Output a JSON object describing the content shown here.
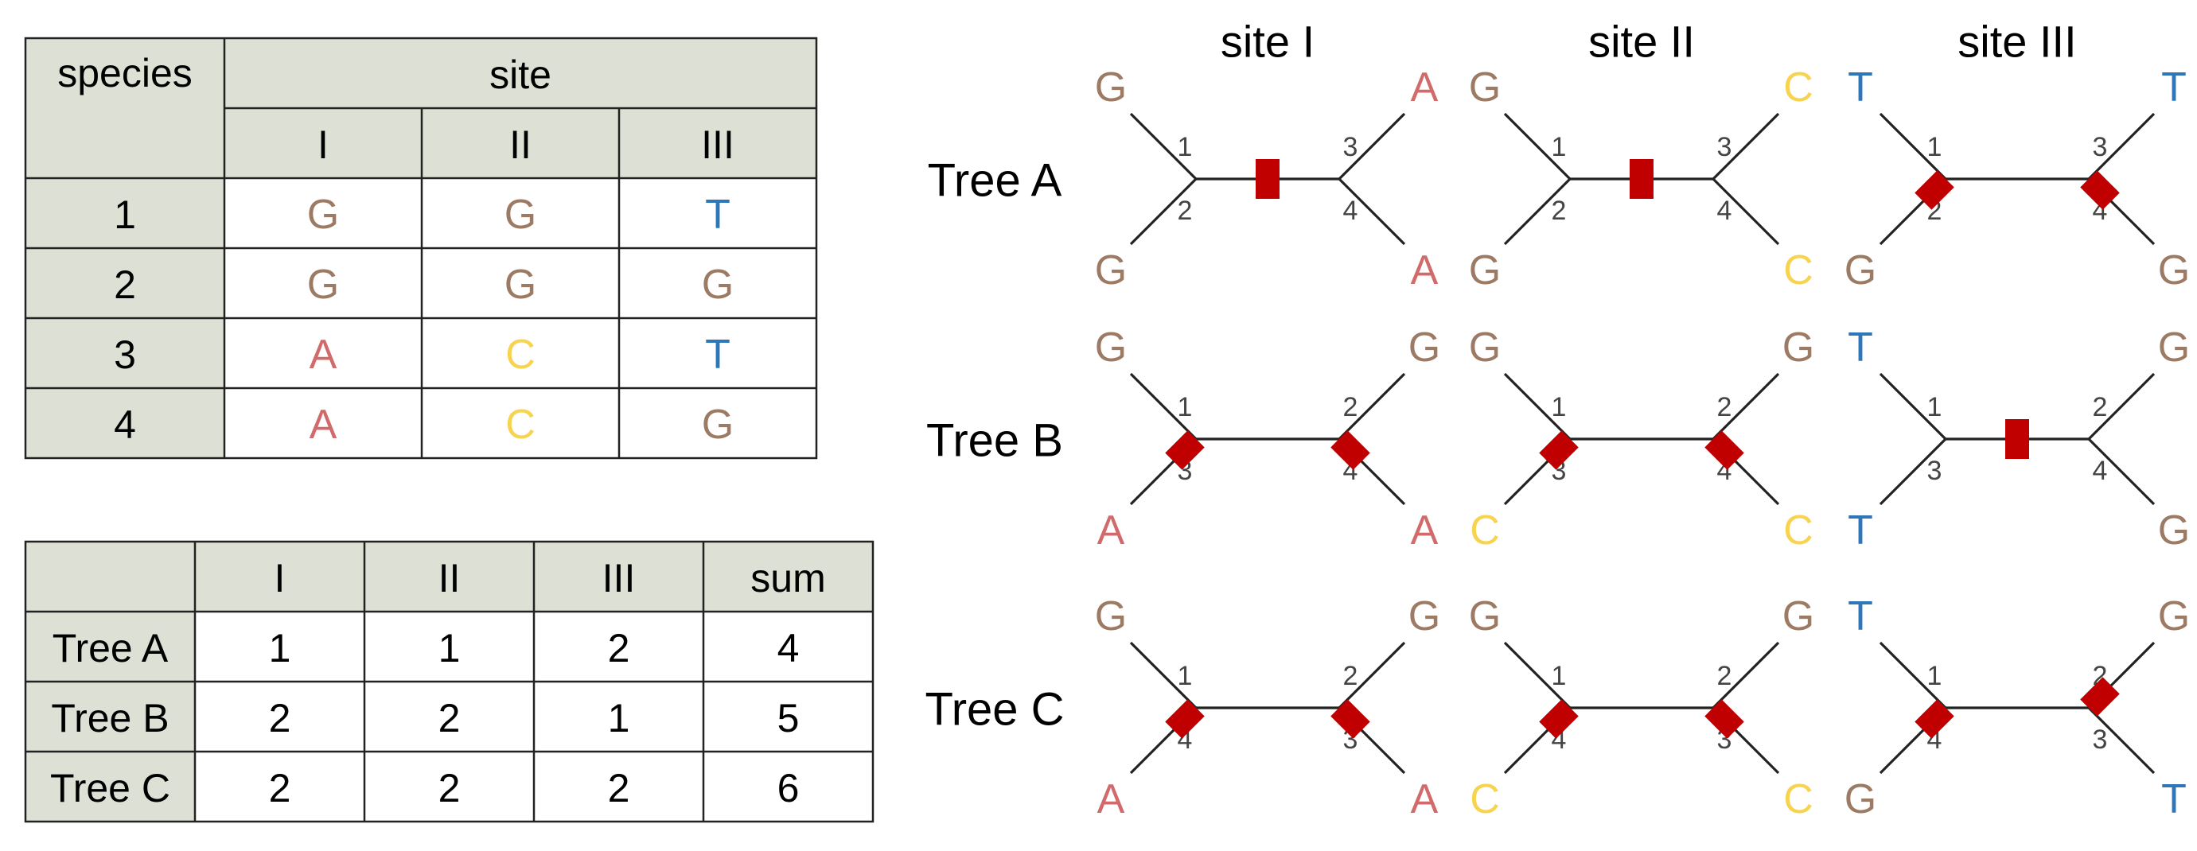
{
  "colors": {
    "G": "#9c7a64",
    "A": "#d16a6a",
    "C": "#f7d34f",
    "T": "#2e76b8",
    "header_fill": "#dde0d4",
    "mutation": "#c00000",
    "line": "#222222",
    "branch_label": "#444444"
  },
  "species_table": {
    "species_header": "species",
    "site_header": "site",
    "site_columns": [
      "I",
      "II",
      "III"
    ],
    "rows": [
      {
        "species": "1",
        "bases": [
          "G",
          "G",
          "T"
        ]
      },
      {
        "species": "2",
        "bases": [
          "G",
          "G",
          "G"
        ]
      },
      {
        "species": "3",
        "bases": [
          "A",
          "C",
          "T"
        ]
      },
      {
        "species": "4",
        "bases": [
          "A",
          "C",
          "G"
        ]
      }
    ]
  },
  "score_table": {
    "columns": [
      "I",
      "II",
      "III",
      "sum"
    ],
    "rows": [
      {
        "tree": "Tree A",
        "values": [
          "1",
          "1",
          "2",
          "4"
        ]
      },
      {
        "tree": "Tree B",
        "values": [
          "2",
          "2",
          "1",
          "5"
        ]
      },
      {
        "tree": "Tree C",
        "values": [
          "2",
          "2",
          "2",
          "6"
        ]
      }
    ]
  },
  "site_titles": [
    "site I",
    "site II",
    "site III"
  ],
  "trees": [
    {
      "name": "Tree A",
      "leaf_numbers": [
        "1",
        "2",
        "3",
        "4"
      ],
      "sites": [
        {
          "bases": [
            "G",
            "G",
            "A",
            "A"
          ],
          "mutations": [
            "internal"
          ]
        },
        {
          "bases": [
            "G",
            "G",
            "C",
            "C"
          ],
          "mutations": [
            "internal"
          ]
        },
        {
          "bases": [
            "T",
            "G",
            "T",
            "G"
          ],
          "mutations": [
            "bottom-left",
            "bottom-right"
          ]
        }
      ]
    },
    {
      "name": "Tree B",
      "leaf_numbers": [
        "1",
        "3",
        "2",
        "4"
      ],
      "sites": [
        {
          "bases": [
            "G",
            "A",
            "G",
            "A"
          ],
          "mutations": [
            "bottom-left",
            "bottom-right"
          ]
        },
        {
          "bases": [
            "G",
            "C",
            "G",
            "C"
          ],
          "mutations": [
            "bottom-left",
            "bottom-right"
          ]
        },
        {
          "bases": [
            "T",
            "T",
            "G",
            "G"
          ],
          "mutations": [
            "internal"
          ]
        }
      ]
    },
    {
      "name": "Tree C",
      "leaf_numbers": [
        "1",
        "4",
        "2",
        "3"
      ],
      "sites": [
        {
          "bases": [
            "G",
            "A",
            "G",
            "A"
          ],
          "mutations": [
            "bottom-left",
            "bottom-right"
          ]
        },
        {
          "bases": [
            "G",
            "C",
            "G",
            "C"
          ],
          "mutations": [
            "bottom-left",
            "bottom-right"
          ]
        },
        {
          "bases": [
            "T",
            "G",
            "G",
            "T"
          ],
          "mutations": [
            "bottom-left",
            "top-right"
          ]
        }
      ]
    }
  ]
}
